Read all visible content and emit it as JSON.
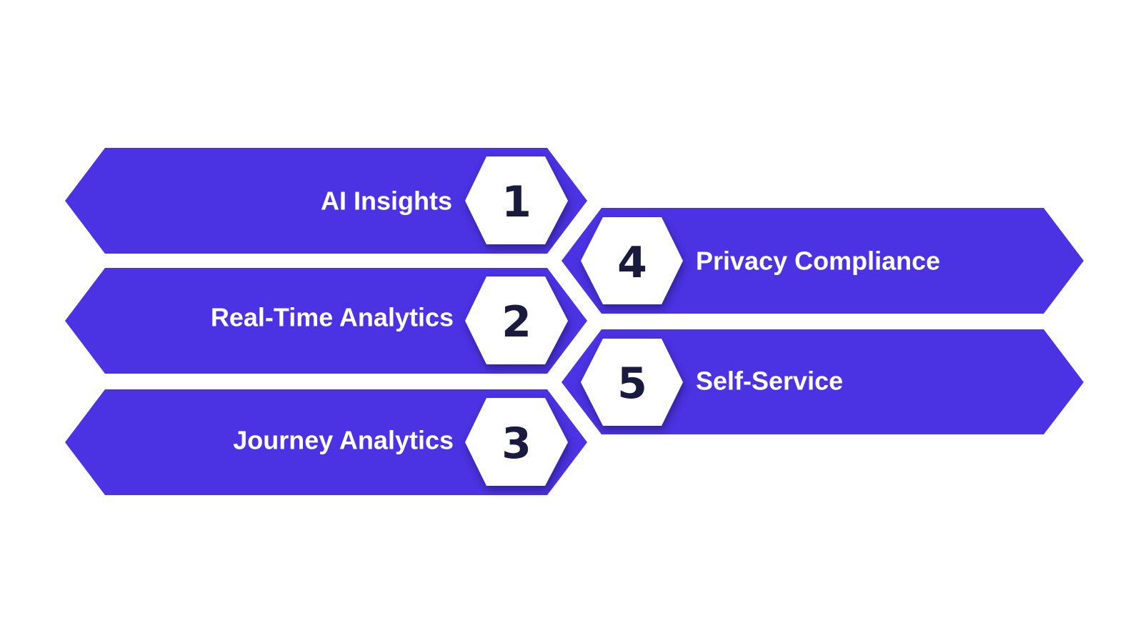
{
  "colors": {
    "band": "#4b32e3",
    "badge": "#ffffff",
    "label_text": "#ffffff",
    "number_text": "#1a1a3e"
  },
  "items": [
    {
      "number": "1",
      "label": "AI Insights"
    },
    {
      "number": "2",
      "label": "Real-Time Analytics"
    },
    {
      "number": "3",
      "label": "Journey Analytics"
    },
    {
      "number": "4",
      "label": "Privacy Compliance"
    },
    {
      "number": "5",
      "label": "Self-Service"
    }
  ]
}
